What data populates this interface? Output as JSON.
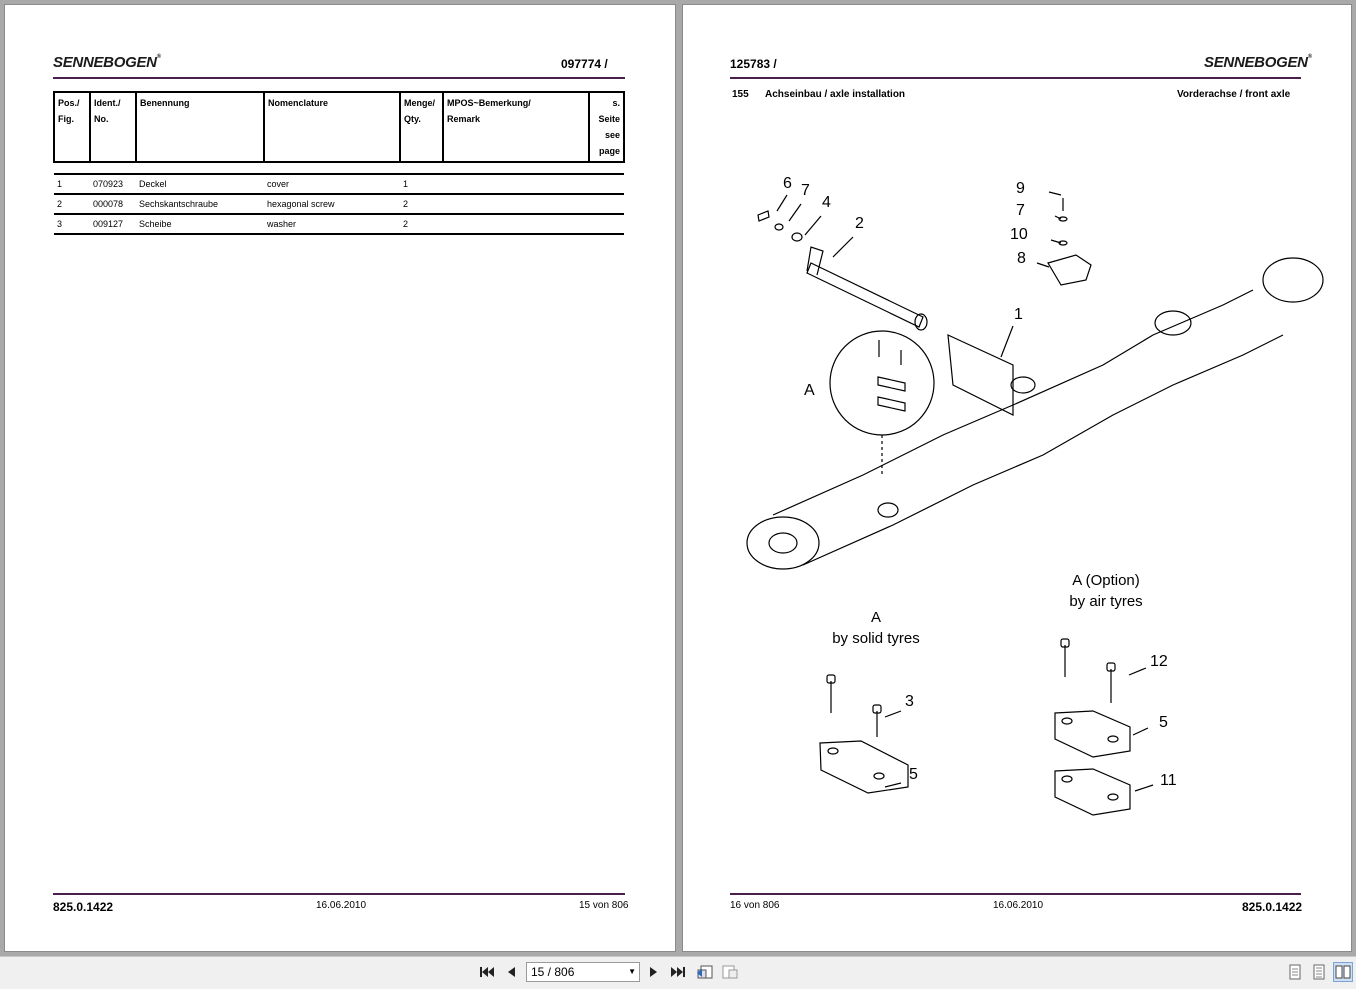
{
  "left_page": {
    "logo": "SENNEBOGEN",
    "doc_number": "097774 /",
    "table": {
      "headers": [
        [
          "Pos./",
          "Fig."
        ],
        [
          "Ident./",
          "No."
        ],
        [
          "Benennung",
          ""
        ],
        [
          "Nomenclature",
          ""
        ],
        [
          "Menge/",
          "Qty."
        ],
        [
          "MPOS~Bemerkung/",
          "Remark"
        ],
        [
          "s. Seite",
          "see page"
        ]
      ],
      "rows": [
        [
          "1",
          "070923",
          "Deckel",
          "cover",
          "1",
          "",
          ""
        ],
        [
          "2",
          "000078",
          "Sechskantschraube",
          "hexagonal screw",
          "2",
          "",
          ""
        ],
        [
          "3",
          "009127",
          "Scheibe",
          "washer",
          "2",
          "",
          ""
        ]
      ]
    },
    "footer": {
      "code": "825.0.1422",
      "date": "16.06.2010",
      "page": "15 von 806"
    }
  },
  "right_page": {
    "logo": "SENNEBOGEN",
    "doc_number": "125783 /",
    "section_no": "155",
    "section_title": "Achseinbau / axle installation",
    "section_right": "Vorderachse / front axle",
    "callouts": {
      "n6": "6",
      "n7a": "7",
      "n4": "4",
      "n2": "2",
      "n9": "9",
      "n7b": "7",
      "n10": "10",
      "n8": "8",
      "n1": "1",
      "A": "A",
      "n3": "3",
      "n5a": "5",
      "n12": "12",
      "n5b": "5",
      "n11": "11"
    },
    "caption_solid": [
      "A",
      "by solid tyres"
    ],
    "caption_air": [
      "A  (Option)",
      "by air tyres"
    ],
    "footer": {
      "page": "16 von 806",
      "date": "16.06.2010",
      "code": "825.0.1422"
    }
  },
  "toolbar": {
    "page_indicator": "15 / 806"
  }
}
